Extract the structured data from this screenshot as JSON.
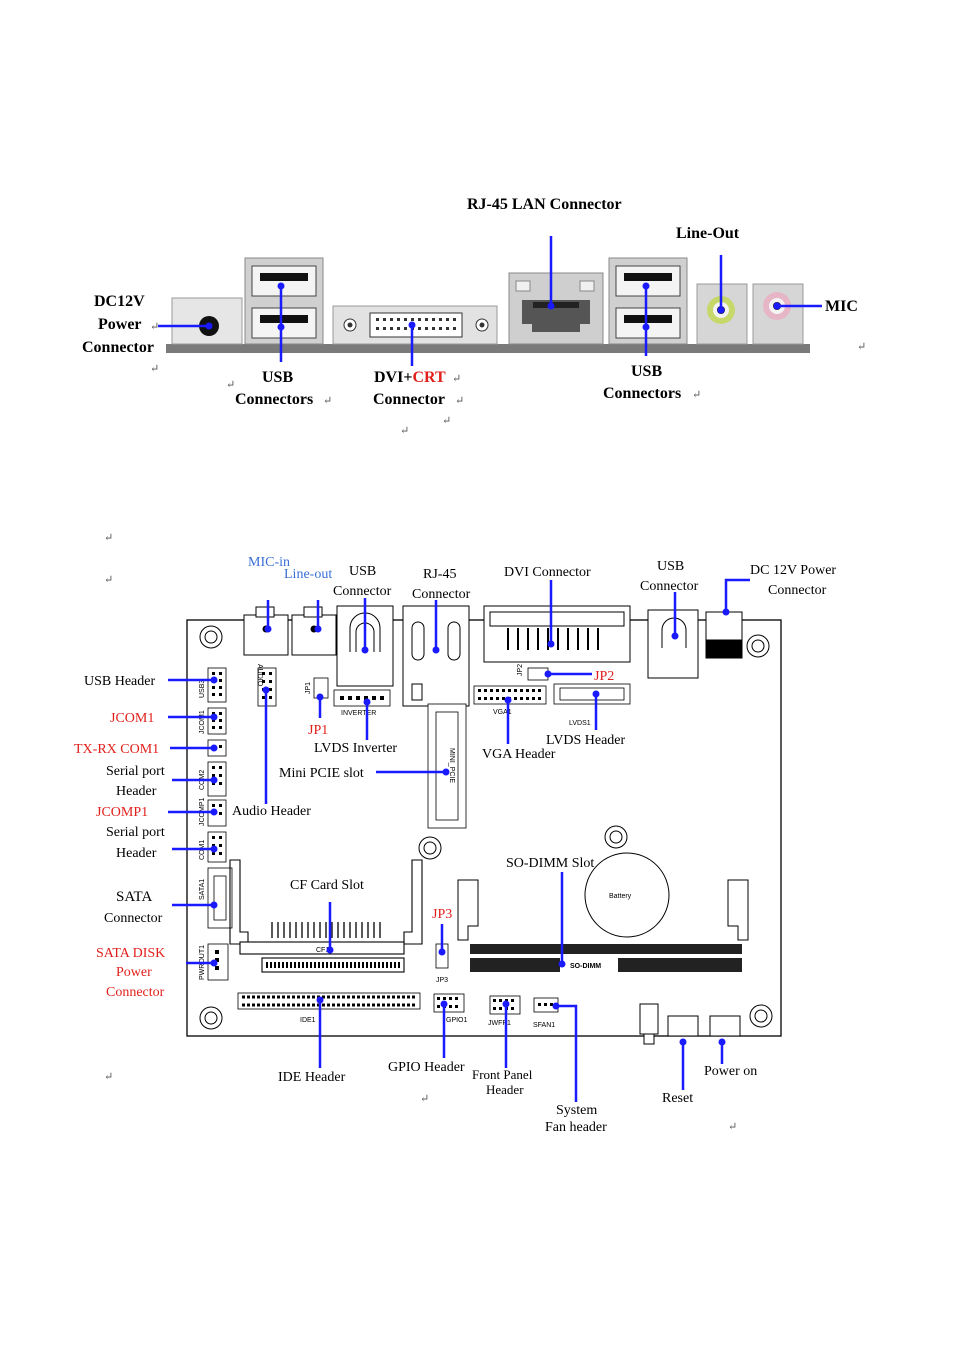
{
  "rear_panel": {
    "title_rj45": "RJ-45 LAN Connector",
    "line_out": "Line-Out",
    "mic": "MIC",
    "dc12v": [
      "DC12V",
      "Power",
      "Connector"
    ],
    "usb_left": [
      "USB",
      "Connectors"
    ],
    "dvi_crt_prefix": "DVI+",
    "dvi_crt_red": "CRT",
    "dvi_crt_line2": "Connector",
    "usb_right": [
      "USB",
      "Connectors"
    ]
  },
  "board": {
    "mic_in": "MIC-in",
    "line_out": "Line-out",
    "usb_connector_top": [
      "USB",
      "Connector"
    ],
    "rj45": [
      "RJ-45",
      "Connector"
    ],
    "dvi_connector": "DVI Connector",
    "usb_connector_right": [
      "USB",
      "Connector"
    ],
    "dc12v_power": [
      "DC 12V Power",
      "Connector"
    ],
    "usb_header": "USB Header",
    "jcom1": "JCOM1",
    "txrx_com1": "TX-RX COM1",
    "serial_port_header_1": [
      "Serial port",
      "Header"
    ],
    "jcomp1": "JCOMP1",
    "serial_port_header_2": [
      "Serial port",
      "Header"
    ],
    "sata_connector": [
      "SATA",
      "Connector"
    ],
    "sata_disk_power": [
      "SATA DISK",
      "Power",
      "Connector"
    ],
    "jp1": "JP1",
    "lvds_inverter": "LVDS Inverter",
    "jp2": "JP2",
    "lvds_header": "LVDS Header",
    "vga_header": "VGA Header",
    "mini_pcie_slot": "Mini PCIE slot",
    "audio_header": "Audio Header",
    "cf_card_slot": "CF Card Slot",
    "so_dimm_slot": "SO-DIMM Slot",
    "jp3": "JP3",
    "ide_header": "IDE Header",
    "gpio_header": "GPIO Header",
    "front_panel_header": [
      "Front Panel",
      "Header"
    ],
    "system_fan_header": [
      "System",
      "Fan header"
    ],
    "reset": "Reset",
    "power_on": "Power on",
    "silk": {
      "audio": "AUDIO",
      "inverter": "INVERTER",
      "vga1": "VGA1",
      "lvds1": "LVDS1",
      "mini_pcie": "MINI_PCIE",
      "battery": "Battery",
      "so_dimm": "SO-DIMM",
      "cf1": "CF1",
      "ide1": "IDE1",
      "gpio1": "GPIO1",
      "jwfp1": "JWFP1",
      "sfan1": "SFAN1",
      "jp3": "JP3",
      "sata1": "SATA1",
      "pwrout1": "PWROUT1",
      "jp1": "JP1",
      "jp2": "JP2",
      "usb3": "USB3",
      "jcom1": "JCOM1",
      "com2": "COM2",
      "jcomp1": "JCOMP1",
      "com1": "COM1"
    }
  },
  "colors": {
    "callout_line": "#1a1aff",
    "red_label": "#e0201c",
    "blue_label": "#3a6fd6"
  }
}
